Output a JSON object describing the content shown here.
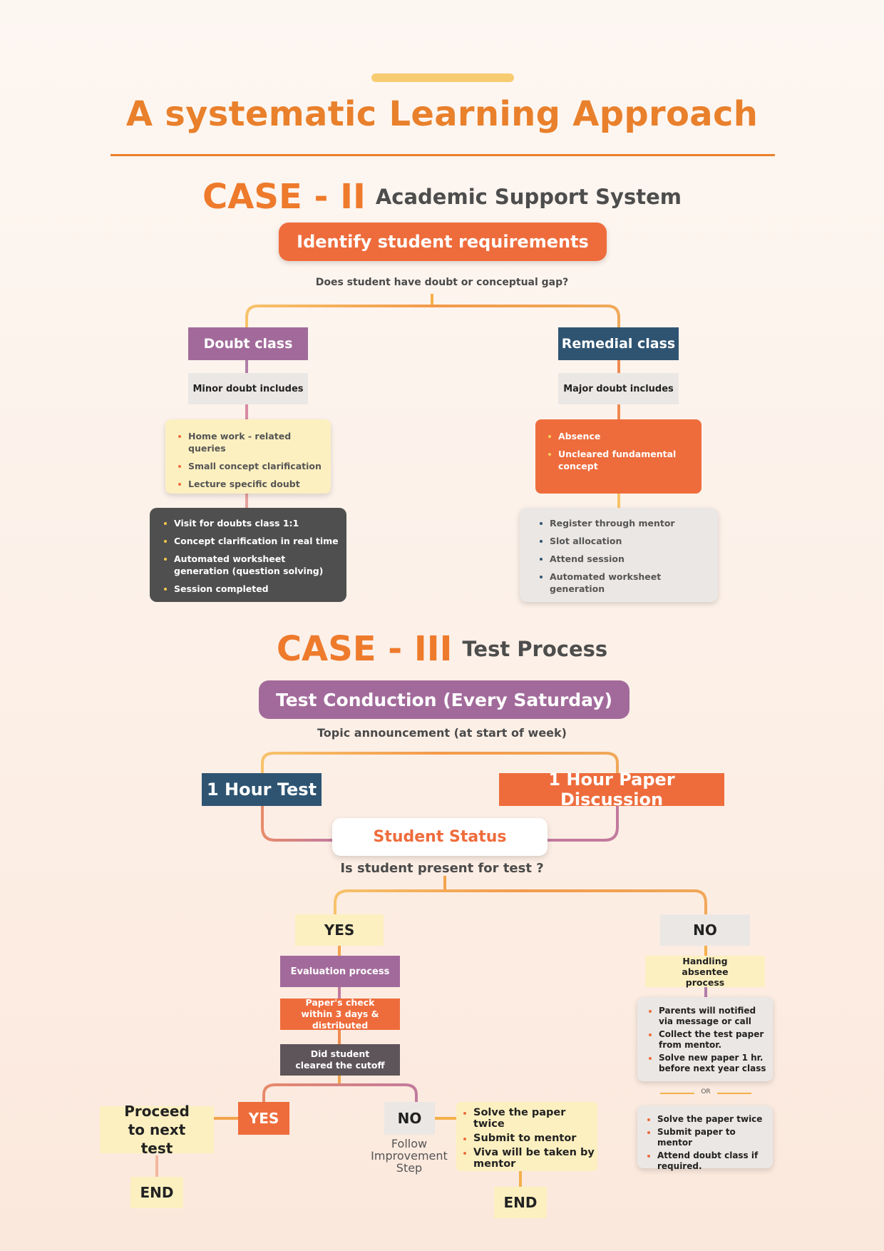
{
  "title": "A systematic Learning Approach",
  "case2": {
    "case_label": "CASE - II",
    "subtitle": "Academic Support System",
    "top_box": "Identify student requirements",
    "question": "Does student have doubt or conceptual gap?",
    "left": {
      "title": "Doubt class",
      "includes": "Minor doubt includes",
      "items": [
        "Home work - related queries",
        "Small concept clarification",
        "Lecture specific doubt"
      ],
      "steps": [
        "Visit for doubts class 1:1",
        "Concept clarification in real time",
        "Automated worksheet generation (question solving)",
        "Session completed"
      ]
    },
    "right": {
      "title": "Remedial class",
      "includes": "Major doubt includes",
      "items": [
        "Absence",
        "Uncleared fundamental concept"
      ],
      "steps": [
        "Register through mentor",
        "Slot allocation",
        "Attend session",
        "Automated worksheet generation"
      ]
    }
  },
  "case3": {
    "case_label": "CASE - III",
    "subtitle": "Test Process",
    "top_box": "Test Conduction (Every Saturday)",
    "announcement": "Topic announcement (at start of week)",
    "left_box": "1 Hour Test",
    "right_box": "1 Hour Paper Discussion",
    "status": "Student Status",
    "question": "Is student present for test ?",
    "yes": {
      "label": "YES",
      "evaluation": "Evaluation process",
      "check": "Paper's check within 3 days & distributed",
      "cutoff": "Did student cleared the cutoff",
      "yes_label": "YES",
      "proceed": "Proceed to next test",
      "end1": "END",
      "no_label": "NO",
      "follow": "Follow Improvement Step",
      "improve": [
        "Solve the paper twice",
        "Submit to mentor",
        "Viva will be taken by mentor"
      ],
      "end2": "END"
    },
    "no": {
      "label": "NO",
      "handling": "Handling absentee process",
      "steps_a": [
        "Parents will notified via message or call",
        "Collect the test paper from mentor.",
        "Solve new paper 1 hr. before next year class"
      ],
      "or": "OR",
      "steps_b": [
        "Solve the paper twice",
        "Submit paper to mentor",
        "Attend doubt class if required."
      ]
    }
  },
  "colors": {
    "orange": "#ee6c3c",
    "purple": "#a26a9b",
    "navy": "#2e5472",
    "cream": "#fdf0c0",
    "gray": "#ebe7e4",
    "dark": "#4f4f4f",
    "title_orange": "#e9802c"
  }
}
